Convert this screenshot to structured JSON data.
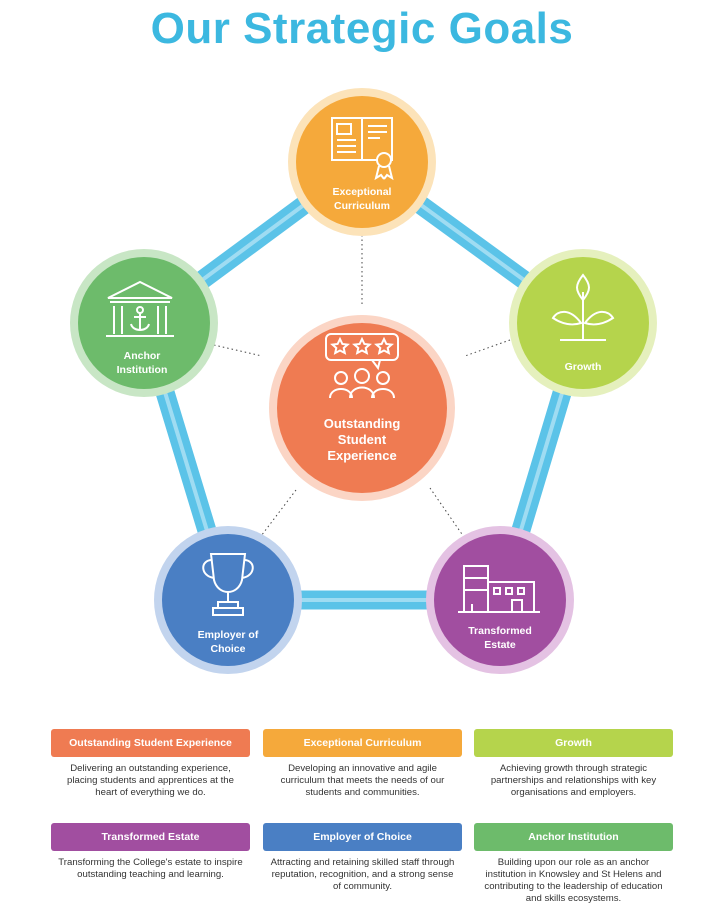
{
  "title": "Our Strategic Goals",
  "colors": {
    "title": "#3cb8e0",
    "connector": "#5bc3e8",
    "outstanding": "#ef7b52",
    "curriculum": "#f5a93b",
    "growth": "#b5d44c",
    "estate": "#a14ea0",
    "employer": "#4a7fc4",
    "anchor": "#6dbb6b"
  },
  "diagram": {
    "center": {
      "line1": "Outstanding",
      "line2": "Student",
      "line3": "Experience",
      "icon": "reviews-stars-people-icon"
    },
    "curriculum": {
      "line1": "Exceptional",
      "line2": "Curriculum",
      "icon": "certificate-book-icon"
    },
    "growth": {
      "line1": "Growth",
      "icon": "plant-sprout-icon"
    },
    "estate": {
      "line1": "Transformed",
      "line2": "Estate",
      "icon": "buildings-icon"
    },
    "employer": {
      "line1": "Employer of",
      "line2": "Choice",
      "icon": "trophy-icon"
    },
    "anchor": {
      "line1": "Anchor",
      "line2": "Institution",
      "icon": "anchor-building-icon"
    }
  },
  "cards": [
    {
      "heading": "Outstanding Student Experience",
      "text": "Delivering an outstanding experience, placing students and apprentices at the heart of everything we do."
    },
    {
      "heading": "Exceptional Curriculum",
      "text": "Developing an innovative and agile curriculum that meets the needs of our students and communities."
    },
    {
      "heading": "Growth",
      "text": "Achieving growth through strategic partnerships and relationships with key organisations and employers."
    },
    {
      "heading": "Transformed Estate",
      "text": "Transforming the College's estate to inspire outstanding teaching and learning."
    },
    {
      "heading": "Employer of Choice",
      "text": "Attracting and retaining skilled staff through reputation, recognition, and a strong sense of community."
    },
    {
      "heading": "Anchor Institution",
      "text": "Building upon our role as an anchor institution in Knowsley and St Helens and contributing to the leadership of education and skills ecosystems."
    }
  ]
}
